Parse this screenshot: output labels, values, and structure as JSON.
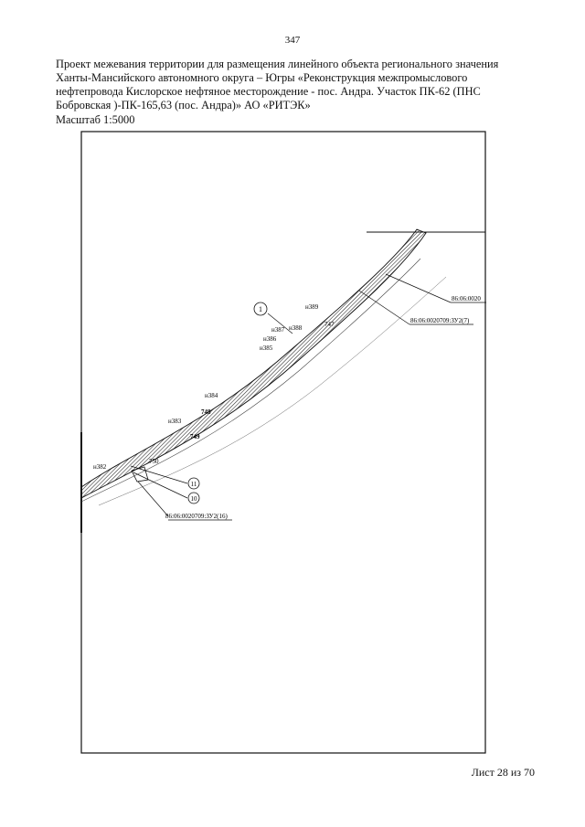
{
  "document": {
    "page_number": "347",
    "title": "Проект межевания  территории для размещения линейного объекта регионального значения\nХанты-Мансийского автономного округа – Югры  «Реконструкция межпромыслового\nнефтепровода Кислорское нефтяное месторождение - пос. Андра. Участок ПК-62 (ПНС\nБобровская )-ПК-165,63 (пос. Андра)» АО «РИТЭК»",
    "scale": "Масштаб 1:5000",
    "sheet": "Лист 28 из 70"
  },
  "map": {
    "point_labels": [
      "н389",
      "н387",
      "н388",
      "н386",
      "н385",
      "н384",
      "н383",
      "н382"
    ],
    "parcel_numbers": [
      "747",
      "748",
      "749",
      "750"
    ],
    "circle_labels": [
      "1",
      "11",
      "10"
    ],
    "cadastral_labels": [
      "86:06:0020",
      "86:06:0020709:ЗУ2(7)",
      "86:06:0020709:ЗУ2(16)"
    ]
  }
}
